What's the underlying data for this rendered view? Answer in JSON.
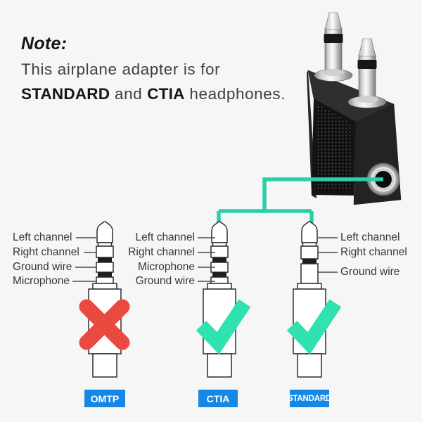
{
  "note": {
    "heading": "Note:",
    "line1": "This airplane adapter is for",
    "strong1": "STANDARD",
    "mid": " and ",
    "strong2": "CTIA",
    "tail": " headphones."
  },
  "diagram": {
    "connectors": [
      {
        "badge": "OMTP",
        "compatible": false,
        "mark_icon": "x-icon",
        "labels": [
          "Left channel",
          "Right channel",
          "Ground wire",
          "Microphone"
        ]
      },
      {
        "badge": "CTIA",
        "compatible": true,
        "mark_icon": "check-icon",
        "labels": [
          "Left channel",
          "Right channel",
          "Microphone",
          "Ground wire"
        ]
      },
      {
        "badge": "STANDARD",
        "compatible": true,
        "mark_icon": "check-icon",
        "labels": [
          "Left channel",
          "Right channel",
          "Ground wire"
        ]
      }
    ]
  },
  "colors": {
    "teal": "#2bcfa7",
    "check-green": "#2fe2b0",
    "red": "#e9493e",
    "badge-blue": "#1787e6",
    "ink": "#161616",
    "body-text": "#404040",
    "label-text": "#363636",
    "bg": "#f6f6f6"
  }
}
